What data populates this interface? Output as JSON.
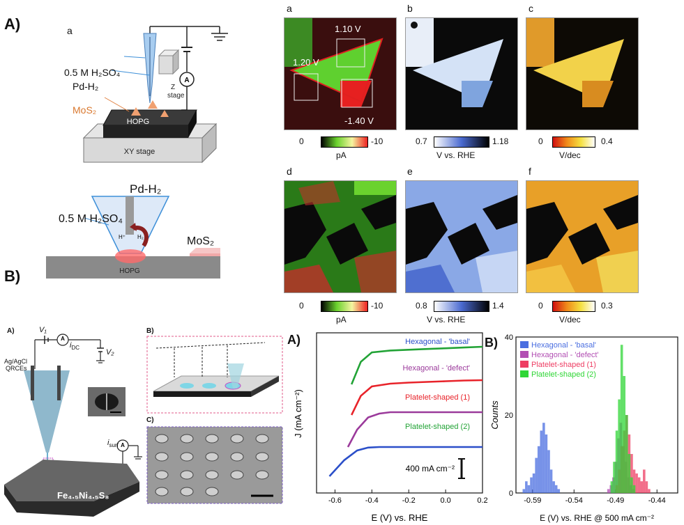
{
  "figure": {
    "section_A_label": "A)",
    "section_B_label": "B)",
    "schematic_top": {
      "panel": "a",
      "electrolyte": "0.5 M H₂SO₄",
      "probe": "Pd-H₂",
      "z_stage": "Z\nstage",
      "z_stage_l1": "Z",
      "z_stage_l2": "stage",
      "mos2": "MoS₂",
      "hopg": "HOPG",
      "xy_stage": "XY stage",
      "ammeter": "A"
    },
    "schematic_tip": {
      "probe": "Pd-H₂",
      "electrolyte": "0.5 M H₂SO₄",
      "mos2": "MoS₂",
      "hopg": "HOPG",
      "hplus": "H⁺",
      "h2": "H₂"
    },
    "maps_top": {
      "panels": [
        "a",
        "b",
        "c"
      ],
      "voltages": [
        "1.10 V",
        "1.20 V",
        "-1.40 V"
      ],
      "colorbars": [
        {
          "min": "0",
          "max": "-10",
          "unit": "pA"
        },
        {
          "min": "0.7",
          "max": "1.18",
          "unit": "V vs. RHE"
        },
        {
          "min": "0",
          "max": "0.4",
          "unit": "V/dec"
        }
      ]
    },
    "maps_bottom": {
      "panels": [
        "d",
        "e",
        "f"
      ],
      "colorbars": [
        {
          "min": "0",
          "max": "-10",
          "unit": "pA"
        },
        {
          "min": "0.8",
          "max": "1.4",
          "unit": "V vs. RHE"
        },
        {
          "min": "0",
          "max": "0.3",
          "unit": "V/dec"
        }
      ]
    },
    "bottom_left": {
      "label_A": "A)",
      "label_B": "B)",
      "label_C": "C)",
      "v1": "V₁",
      "idc": "i",
      "idc_sub": "DC",
      "v2": "V₂",
      "ref_electrode": "Ag/AgCl",
      "ref_electrode2": "QRCEs",
      "isurf": "i",
      "isurf_sub": "surf",
      "material": "Fe₄.₅Ni₄.₅S₈",
      "ammeter": "A"
    }
  },
  "chart_data": [
    {
      "type": "line",
      "panel_label": "A)",
      "xlabel": "E (V) vs. RHE",
      "ylabel": "J (mA cm⁻²)",
      "xlim": [
        -0.7,
        0.2
      ],
      "x_ticks": [
        "-0.6",
        "-0.4",
        "-0.2",
        "0.0",
        "0.2"
      ],
      "scale_bar": "400 mA cm⁻²",
      "series": [
        {
          "name": "Hexagonal - 'basal'",
          "color": "#2b4fc9",
          "x": [
            -0.63,
            -0.55,
            -0.48,
            -0.42,
            -0.36,
            -0.3,
            -0.2,
            0.2
          ],
          "y": [
            0,
            0.55,
            0.88,
            0.98,
            1.0,
            1.0,
            1.0,
            1.0
          ]
        },
        {
          "name": "Hexagonal - 'defect'",
          "color": "#9b3a9b",
          "x": [
            -0.53,
            -0.48,
            -0.42,
            -0.36,
            -0.3,
            -0.2,
            0.2
          ],
          "y": [
            0,
            0.5,
            0.85,
            0.96,
            1.0,
            1.0,
            1.0
          ]
        },
        {
          "name": "Platelet-shaped (1)",
          "color": "#e8232a",
          "x": [
            -0.51,
            -0.46,
            -0.4,
            -0.3,
            -0.2,
            -0.1,
            0.0,
            0.1,
            0.2
          ],
          "y": [
            0,
            0.55,
            0.82,
            0.9,
            0.93,
            0.95,
            0.97,
            0.99,
            1.0
          ]
        },
        {
          "name": "Platelet-shaped (2)",
          "color": "#22a336",
          "x": [
            -0.51,
            -0.46,
            -0.4,
            -0.3,
            -0.2,
            -0.1,
            0.0,
            0.1,
            0.2
          ],
          "y": [
            0,
            0.6,
            0.85,
            0.9,
            0.92,
            0.94,
            0.96,
            0.98,
            1.0
          ]
        }
      ]
    },
    {
      "type": "bar",
      "panel_label": "B)",
      "xlabel": "E (V) vs. RHE @ 500 mA cm⁻²",
      "ylabel": "Counts",
      "xlim": [
        -0.61,
        -0.415
      ],
      "ylim": [
        0,
        40
      ],
      "x_ticks": [
        "-0.59",
        "-0.54",
        "-0.49",
        "-0.44"
      ],
      "y_ticks": [
        "0",
        "20",
        "40"
      ],
      "bin_width": 0.003,
      "series": [
        {
          "name": "Hexagonal - 'basal'",
          "color": "#4a6ee0",
          "start": -0.602,
          "counts": [
            1,
            3,
            2,
            4,
            5,
            9,
            12,
            16,
            18,
            15,
            11,
            6,
            3,
            2,
            1
          ]
        },
        {
          "name": "Hexagonal - 'defect'",
          "color": "#b24fb3",
          "start": -0.5,
          "counts": [
            1,
            2,
            4,
            8,
            14,
            18,
            12,
            8,
            4,
            2,
            1
          ]
        },
        {
          "name": "Platelet-shaped (1)",
          "color": "#ee3d63",
          "start": -0.49,
          "counts": [
            2,
            6,
            12,
            16,
            20,
            15,
            10,
            6,
            5,
            4,
            3,
            6,
            3,
            1
          ]
        },
        {
          "name": "Platelet-shaped (2)",
          "color": "#2fd636",
          "start": -0.496,
          "counts": [
            3,
            8,
            16,
            24,
            38,
            30,
            20,
            10,
            4,
            2
          ]
        }
      ]
    }
  ]
}
